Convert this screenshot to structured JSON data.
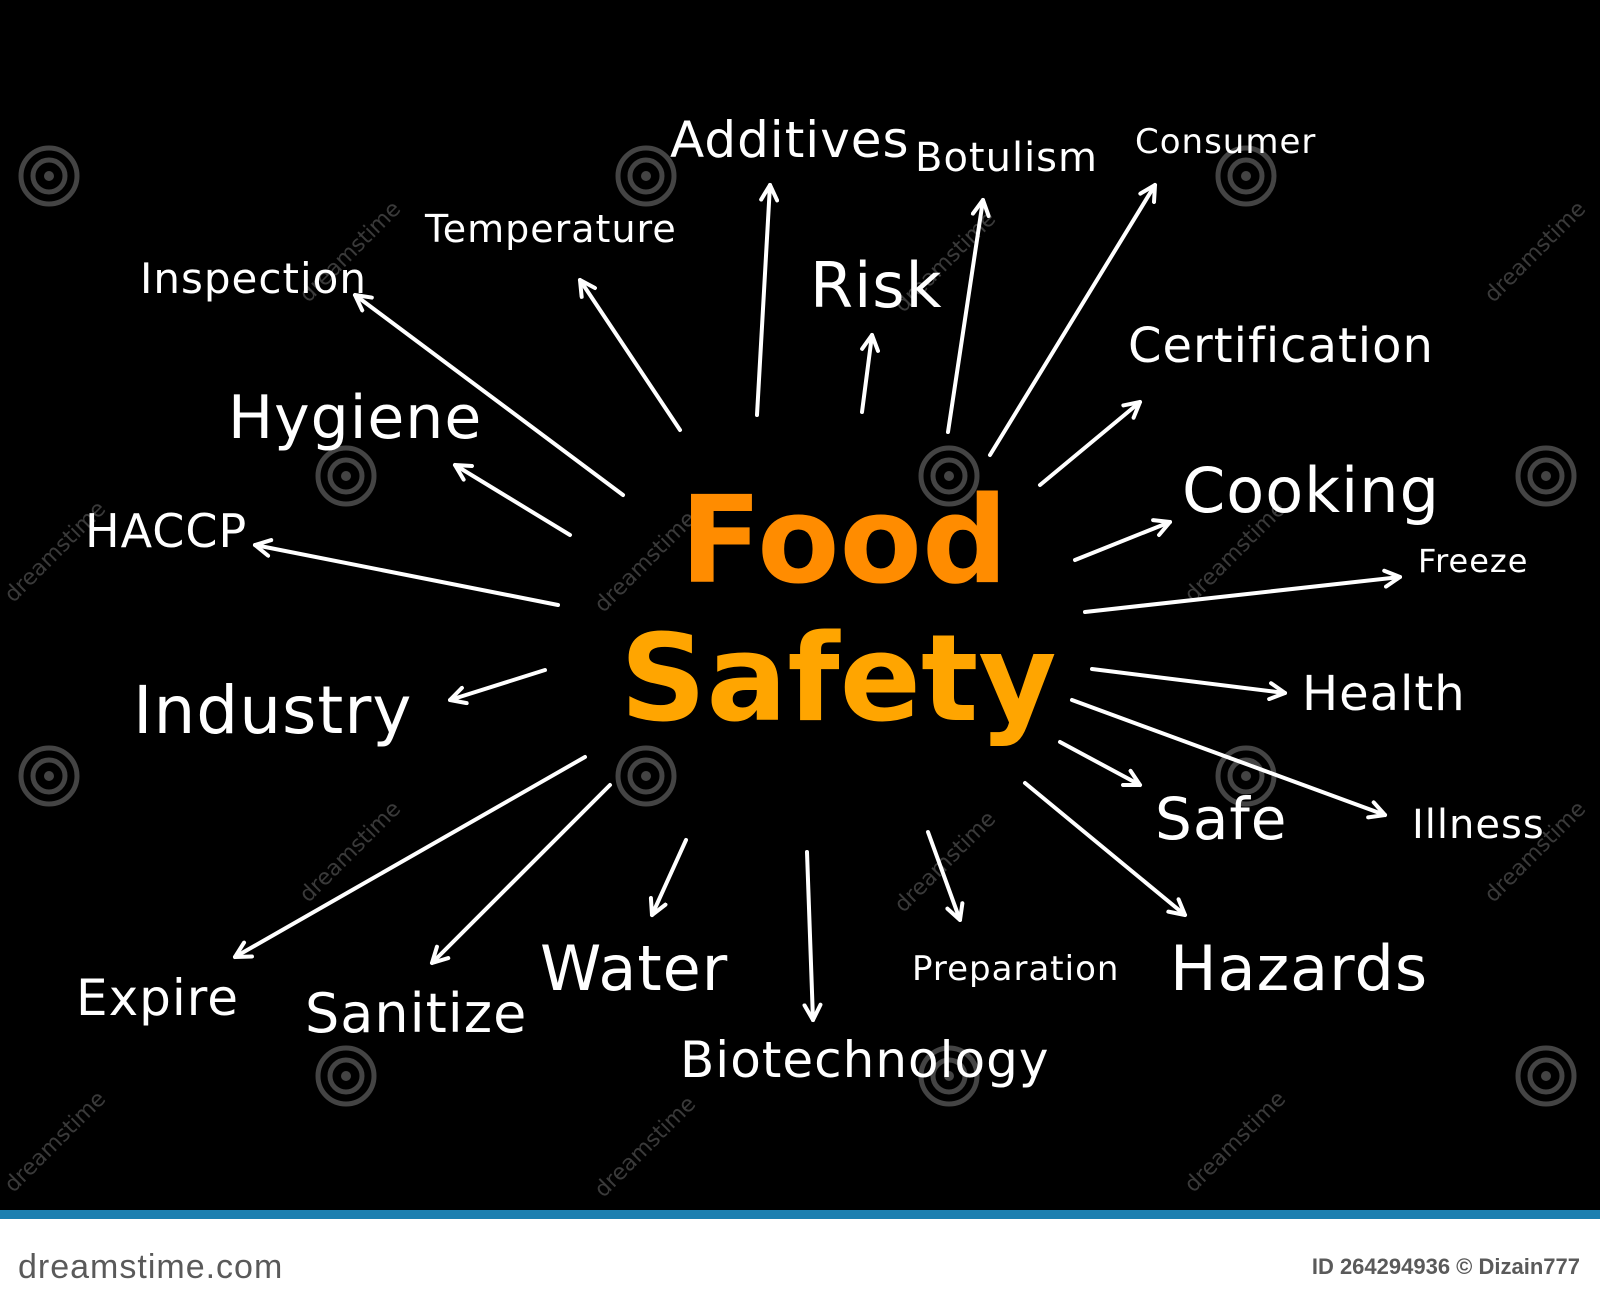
{
  "center": {
    "line1": "Food",
    "line2": "Safety"
  },
  "words": {
    "additives": "Additives",
    "botulism": "Botulism",
    "consumer": "Consumer",
    "temperature": "Temperature",
    "risk": "Risk",
    "inspection": "Inspection",
    "certification": "Certification",
    "hygiene": "Hygiene",
    "cooking": "Cooking",
    "haccp": "HACCP",
    "freeze": "Freeze",
    "industry": "Industry",
    "health": "Health",
    "safe": "Safe",
    "illness": "Illness",
    "expire": "Expire",
    "sanitize": "Sanitize",
    "water": "Water",
    "preparation": "Preparation",
    "hazards": "Hazards",
    "biotechnology": "Biotechnology"
  },
  "watermark": {
    "text": "dreamstime"
  },
  "footer": {
    "brand": "dreamstime.com",
    "id": "ID 264294936 © Dizain777"
  },
  "colors": {
    "background": "#000000",
    "text": "#ffffff",
    "center_top": "#ff8c00",
    "center_bottom": "#ffb000",
    "footer_band": "#1c7fb0"
  }
}
